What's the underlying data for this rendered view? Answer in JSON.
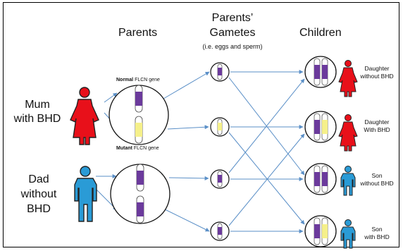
{
  "headers": {
    "parents": "Parents",
    "gametes_line1": "Parents’",
    "gametes_line2": "Gametes",
    "gametes_note": "(i.e. eggs and sperm)",
    "children": "Children"
  },
  "people": {
    "mum_line1": "Mum",
    "mum_line2": "with BHD",
    "dad_line1": "Dad",
    "dad_line2": "without",
    "dad_line3": "BHD"
  },
  "gene_labels": {
    "normal_bold": "Normal",
    "normal_rest": " FLCN gene",
    "mutant_bold": "Mutant",
    "mutant_rest": " FLCN gene"
  },
  "children": [
    {
      "line1": "Daughter",
      "line2": "without BHD"
    },
    {
      "line1": "Daughter",
      "line2": "With BHD"
    },
    {
      "line1": "Son",
      "line2": "without BHD"
    },
    {
      "line1": "Son",
      "line2": "with BHD"
    }
  ],
  "colors": {
    "female": "#e8101a",
    "male": "#2a9bd6",
    "normal_gene": "#6b3a9c",
    "mutant_gene": "#f5f08a",
    "arrow": "#5a8fc7"
  }
}
